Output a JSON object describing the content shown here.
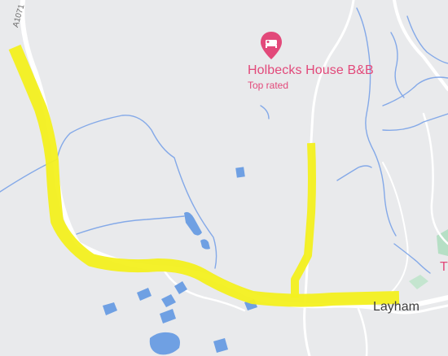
{
  "map": {
    "road_ref": "A1071",
    "poi": {
      "name": "Holbecks House B&B",
      "subtitle": "Top rated",
      "icon": "bed-icon"
    },
    "place": "Layham",
    "edge_label": "T"
  },
  "colors": {
    "land": "#e9eaec",
    "road": "#ffffff",
    "water": "#6fa0e3",
    "highlight": "#f3f01f",
    "poi": "#e2497a",
    "park": "#b6dfc5",
    "label_dark": "#3c3c3c"
  }
}
